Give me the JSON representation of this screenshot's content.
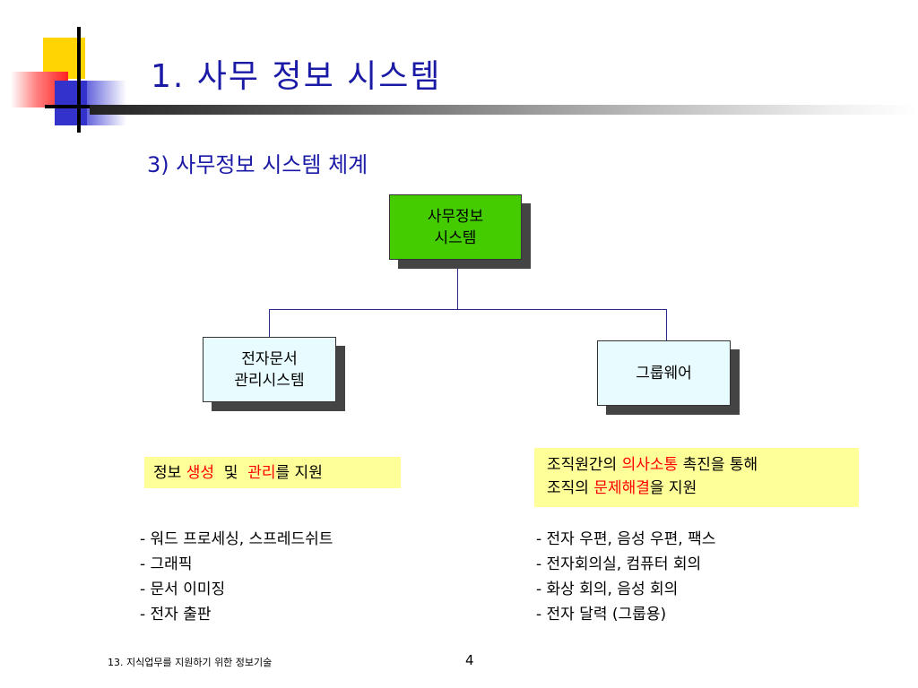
{
  "slide": {
    "title": "1. 사무 정보 시스템",
    "subtitle": "3)  사무정보 시스템 체계"
  },
  "diagram": {
    "root": {
      "line1": "사무정보",
      "line2": "시스템",
      "color": "#44cc00"
    },
    "left": {
      "line1": "전자문서",
      "line2": "관리시스템",
      "color": "#e8fbff"
    },
    "right": {
      "label": "그룹웨어",
      "color": "#e8fbff"
    }
  },
  "notes": {
    "left": {
      "p1": "정보 ",
      "h1": "생성",
      "p2": "  및  ",
      "h2": "관리",
      "p3": "를 지원"
    },
    "right": {
      "l1a": "조직원간의 ",
      "l1h": "의사소통",
      "l1b": " 촉진을 통해",
      "l2a": "조직의 ",
      "l2h": "문제해결",
      "l2b": "을 지원"
    },
    "note_color": "#ffff99",
    "highlight_color": "#ff0000"
  },
  "bullets": {
    "left": [
      "- 워드 프로세싱, 스프레드쉬트",
      "- 그래픽",
      "- 문서 이미징",
      "- 전자 출판"
    ],
    "right": [
      "- 전자 우편, 음성 우편, 팩스",
      "- 전자회의실, 컴퓨터 회의",
      "- 화상 회의, 음성 회의",
      "- 전자 달력 (그룹용)"
    ]
  },
  "footer": {
    "text": "13. 지식업무를 지원하기 위한 정보기술",
    "page": "4"
  }
}
